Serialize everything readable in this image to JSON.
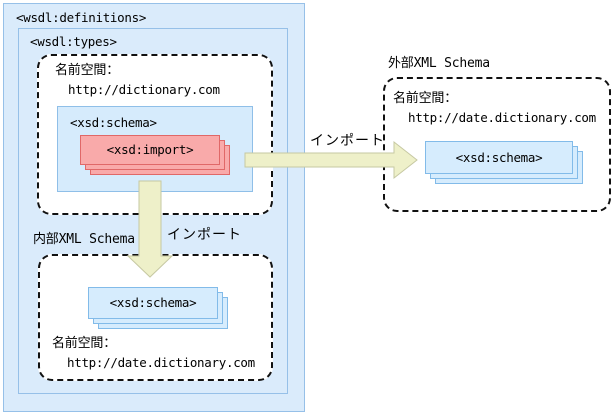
{
  "boxes": {
    "definitions": {
      "tag": "<wsdl:definitions>"
    },
    "types": {
      "tag": "<wsdl:types>"
    },
    "namespace_main": {
      "label": "名前空間：",
      "url": "http://dictionary.com"
    },
    "schema_main": {
      "tag": "<xsd:schema>"
    },
    "import": {
      "tag": "<xsd:import>"
    },
    "internal": {
      "title": "内部XML Schema",
      "schema_tag": "<xsd:schema>",
      "namespace_label": "名前空間：",
      "namespace_url": "http://date.dictionary.com"
    },
    "external": {
      "title": "外部XML Schema",
      "schema_tag": "<xsd:schema>",
      "namespace_label": "名前空間：",
      "namespace_url": "http://date.dictionary.com"
    }
  },
  "arrows": {
    "to_external_label": "インポート",
    "to_internal_label": "インポート"
  },
  "colors": {
    "panel_fill": "#daebfb",
    "panel_border": "#96c0e8",
    "schema_sheet_fill": "#d6ecfd",
    "schema_sheet_border": "#82bbe9",
    "import_sheet_fill": "#f9aaaa",
    "import_sheet_border": "#e06868",
    "arrow_fill": "#eef0c9",
    "arrow_stroke": "#c6c8a2",
    "dashed_border": "#111111",
    "text": "#000000"
  }
}
